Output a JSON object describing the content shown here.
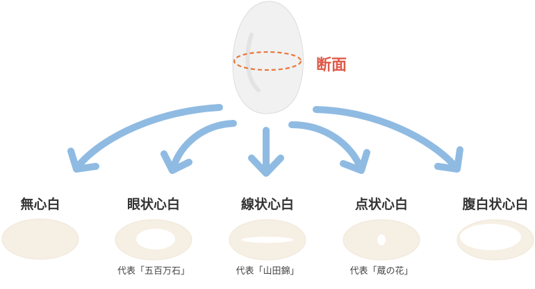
{
  "section_label": "断面",
  "colors": {
    "arrow": "#8fbbe2",
    "grain": "#f2f2f2",
    "dash": "#e8763a",
    "cross_section": "#f6efe3",
    "label_red": "#e05a4a"
  },
  "types": [
    {
      "name": "無心白",
      "example": ""
    },
    {
      "name": "眼状心白",
      "example": "代表「五百万石」"
    },
    {
      "name": "線状心白",
      "example": "代表「山田錦」"
    },
    {
      "name": "点状心白",
      "example": "代表「蔵の花」"
    },
    {
      "name": "腹白状心白",
      "example": ""
    }
  ]
}
